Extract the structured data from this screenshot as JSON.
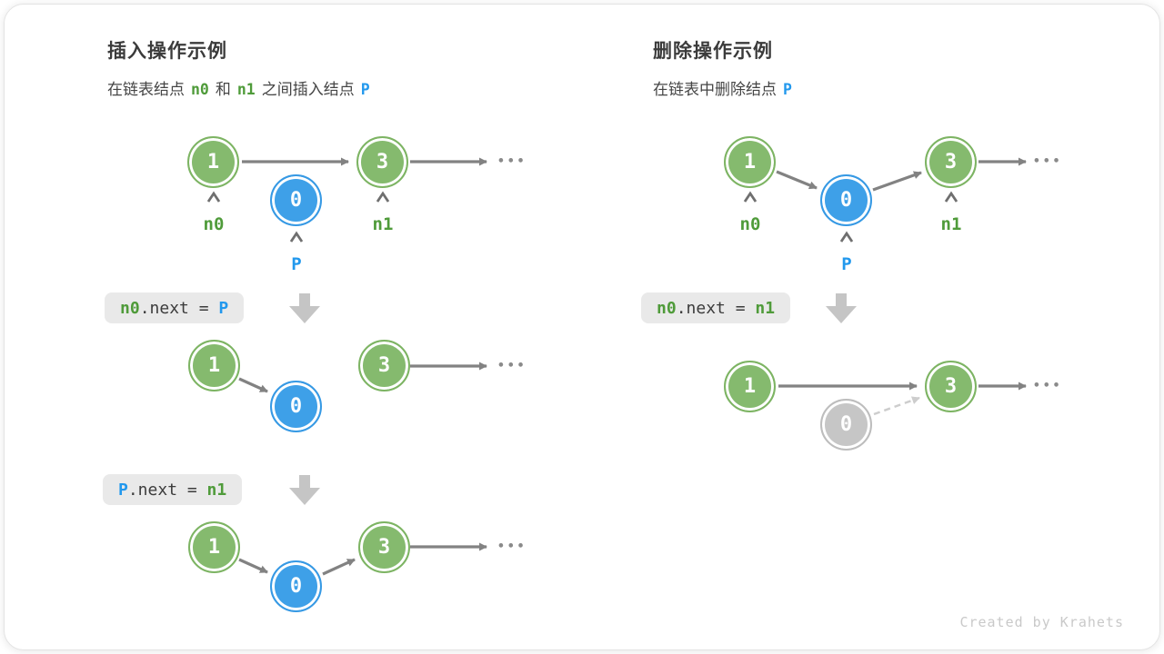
{
  "insert": {
    "title": "插入操作示例",
    "subtitle": {
      "t1": "在链表结点",
      "n0": "n0",
      "t2": "和",
      "n1": "n1",
      "t3": "之间插入结点",
      "p": "P"
    },
    "code1": {
      "lhs": "n0",
      "mid": ".next = ",
      "rhs": "P"
    },
    "code2": {
      "lhs": "P",
      "mid": ".next = ",
      "rhs": "n1"
    },
    "d1": {
      "n1": "1",
      "n0": "0",
      "n3": "3",
      "label_n0": "n0",
      "label_n1": "n1",
      "label_p": "P"
    },
    "d2": {
      "n1": "1",
      "n0": "0",
      "n3": "3"
    },
    "d3": {
      "n1": "1",
      "n0": "0",
      "n3": "3"
    }
  },
  "delete": {
    "title": "删除操作示例",
    "subtitle": {
      "t1": "在链表中删除结点",
      "p": "P"
    },
    "code1": {
      "lhs": "n0",
      "mid": ".next = ",
      "rhs": "n1"
    },
    "d1": {
      "n1": "1",
      "n0": "0",
      "n3": "3",
      "label_n0": "n0",
      "label_n1": "n1",
      "label_p": "P"
    },
    "d2": {
      "n1": "1",
      "n0": "0",
      "n3": "3"
    }
  },
  "ellipsis": "•••",
  "footer": "Created by Krahets",
  "colors": {
    "node_green": "#85BA6E",
    "node_blue": "#3EA0E8",
    "node_gray": "#C6C6C6",
    "text_green": "#4F9B3A",
    "text_blue": "#2298ED",
    "arrow_gray": "#828282",
    "arrow_dashed": "#CDCDCD",
    "code_box_bg": "#E9E9E9",
    "block_arrow": "#C5C5C5"
  }
}
